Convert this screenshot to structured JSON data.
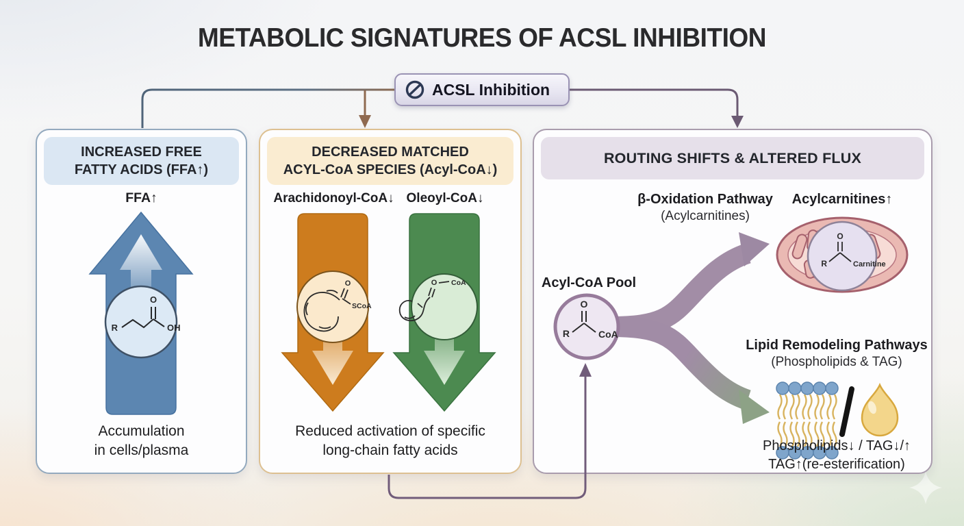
{
  "title": "METABOLIC SIGNATURES OF ACSL INHIBITION",
  "badge": {
    "label": "ACSL Inhibition"
  },
  "left_panel": {
    "header_line1": "INCREASED FREE",
    "header_line2": "FATTY ACIDS (FFA↑)",
    "arrow_label": "FFA↑",
    "molecule": {
      "o": "O",
      "r": "R",
      "oh": "OH"
    },
    "caption_line1": "Accumulation",
    "caption_line2": "in cells/plasma"
  },
  "middle_panel": {
    "header_line1": "DECREASED MATCHED",
    "header_line2": "ACYL-CoA SPECIES (Acyl-CoA↓)",
    "items": [
      {
        "label": "Arachidonoyl-CoA↓",
        "molecule": {
          "o": "O",
          "group": "SCoA"
        }
      },
      {
        "label": "Oleoyl-CoA↓",
        "molecule": {
          "o": "O",
          "group": "CoA"
        }
      }
    ],
    "caption_line1": "Reduced activation of specific",
    "caption_line2": "long-chain fatty acids"
  },
  "right_panel": {
    "header": "ROUTING SHIFTS & ALTERED FLUX",
    "beta_ox_title": "β-Oxidation Pathway",
    "beta_ox_sub": "(Acylcarnitines)",
    "acylcarnitines_label": "Acylcarnitines↑",
    "mito_molecule": {
      "o": "O",
      "r": "R",
      "group": "Carnitine"
    },
    "pool_label": "Acyl-CoA Pool",
    "pool_molecule": {
      "o": "O",
      "r": "R",
      "group": "CoA"
    },
    "lipid_title": "Lipid Remodeling Pathways",
    "lipid_sub": "(Phospholipids & TAG)",
    "slash": "/",
    "caption_line1": "Phospholipids↓ / TAG↓/↑",
    "caption_line2": "TAG↑(re-esterification)"
  },
  "colors": {
    "ffa_arrow": "#5C86B1",
    "arachidonoyl_arrow": "#CD7C1E",
    "oleoyl_arrow": "#4C8A50",
    "branch_purple": "#A18CA6",
    "branch_green": "#8DA286",
    "ffa_header_bg": "#DBE7F3",
    "acylcoa_header_bg": "#FAECD1",
    "routing_header_bg": "#E6E0EA",
    "mitochondrion_fill": "#EAB9B3",
    "droplet_fill": "#F3D68B"
  }
}
